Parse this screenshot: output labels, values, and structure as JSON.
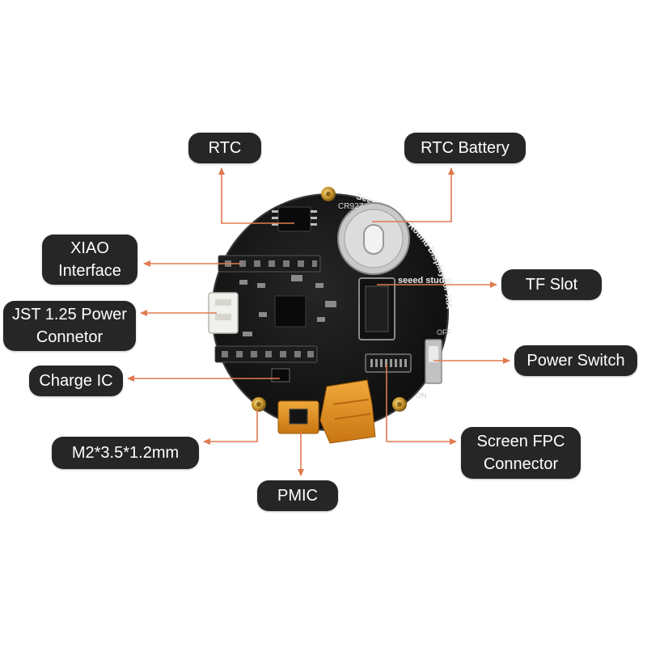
{
  "labels": {
    "rtc": "RTC",
    "rtc_battery": "RTC Battery",
    "xiao_interface": "XIAO\nInterface",
    "jst_power": "JST 1.25 Power\nConnetor",
    "charge_ic": "Charge IC",
    "m2_screw": "M2*3.5*1.2mm",
    "pmic": "PMIC",
    "tf_slot": "TF Slot",
    "power_switch": "Power Switch",
    "screen_fpc": "Screen FPC\nConnector"
  },
  "board": {
    "silkscreen_title": "Seeed Studio Round Display for XIAO",
    "brand": "seeed studio",
    "battery_model": "CR927",
    "switch_off": "OFF",
    "switch_on": "ON"
  },
  "colors": {
    "label_bg": "#262626",
    "label_text": "#ffffff",
    "arrow": "#e07a50",
    "board": "#151515",
    "flex": "#e3901f"
  }
}
